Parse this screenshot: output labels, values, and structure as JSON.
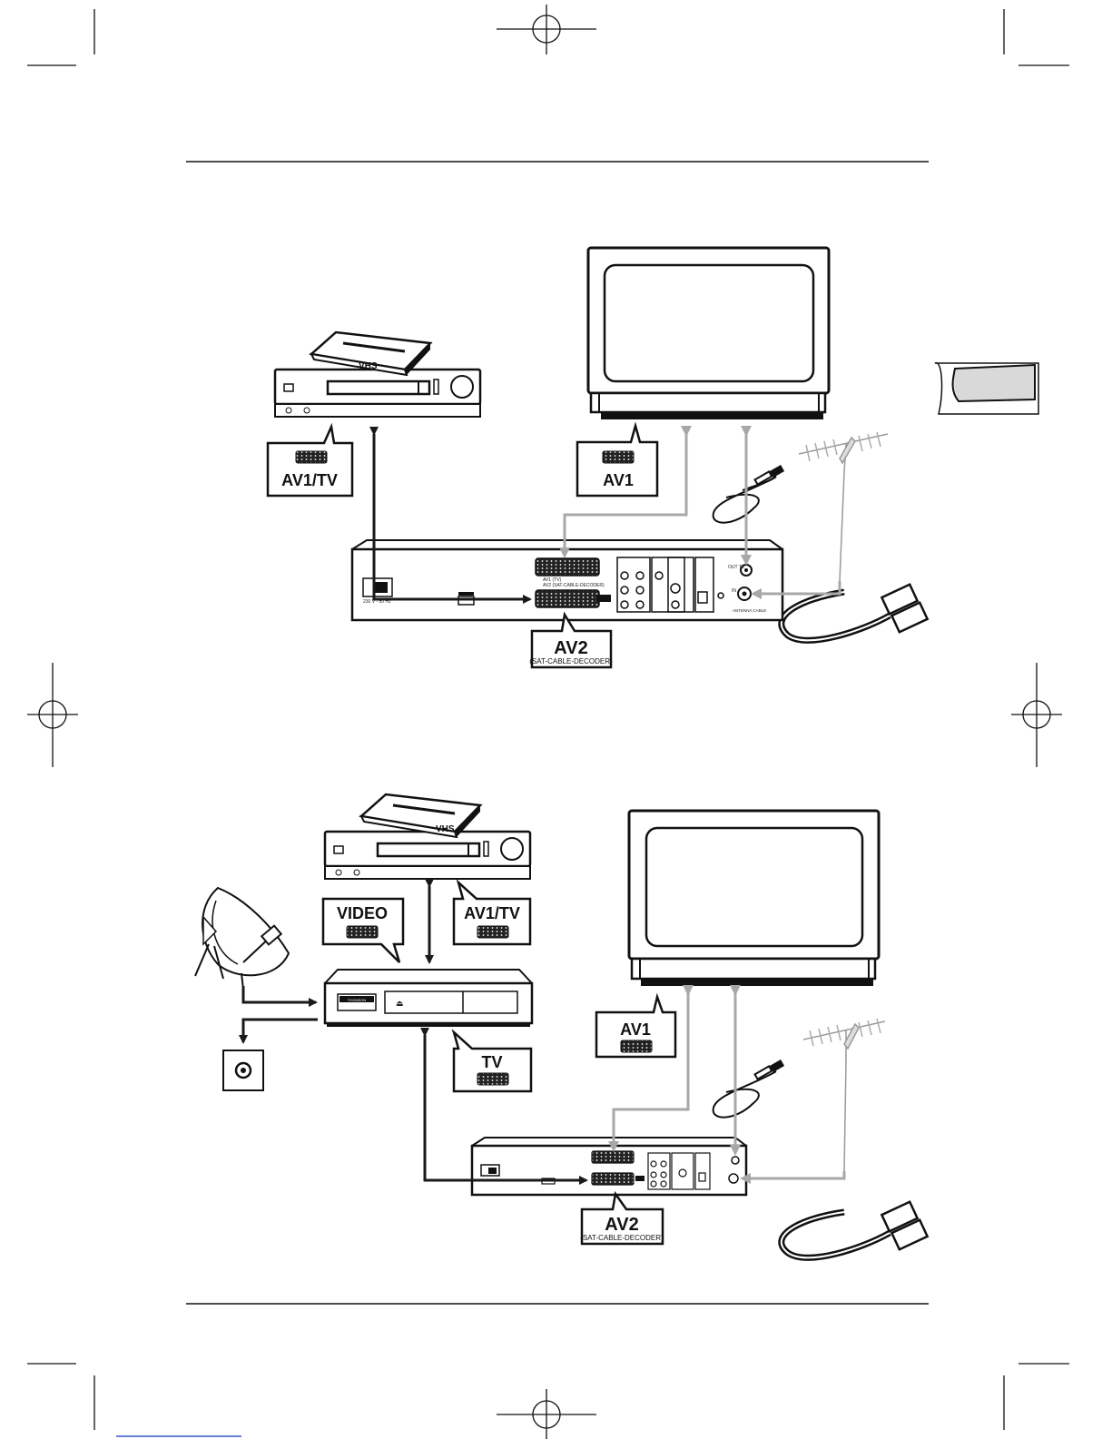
{
  "diagram1": {
    "vcr_cassette": "VHS",
    "vcr_scart": "AV1/TV",
    "tv_scart": "AV1",
    "recorder_scart_upper": "AV1 (TV)",
    "recorder_scart_lower": "AV2 (SAT-CABLE-DECODER)",
    "recorder_av2": "AV2",
    "recorder_av2_sub": "(SAT-CABLE-DECODER)",
    "recorder_left_label": "230 V - 50 Hz",
    "recorder_rf_out": "OUT TV",
    "recorder_rf_in": "IN",
    "recorder_antenna": "ANTENNA CABLE"
  },
  "diagram2": {
    "vcr_cassette": "VHS",
    "decoder_video": "VIDEO",
    "vcr_scart": "AV1/TV",
    "decoder_tv": "TV",
    "decoder_brand": "THOMSON",
    "tv_scart": "AV1",
    "recorder_av2": "AV2",
    "recorder_av2_sub": "(SAT-CABLE-DECODER)"
  },
  "colors": {
    "ink": "#111111",
    "link_black": "#1a1a1a",
    "link_gray": "#a8a8a8",
    "tab_fill": "#d9d9d9"
  }
}
